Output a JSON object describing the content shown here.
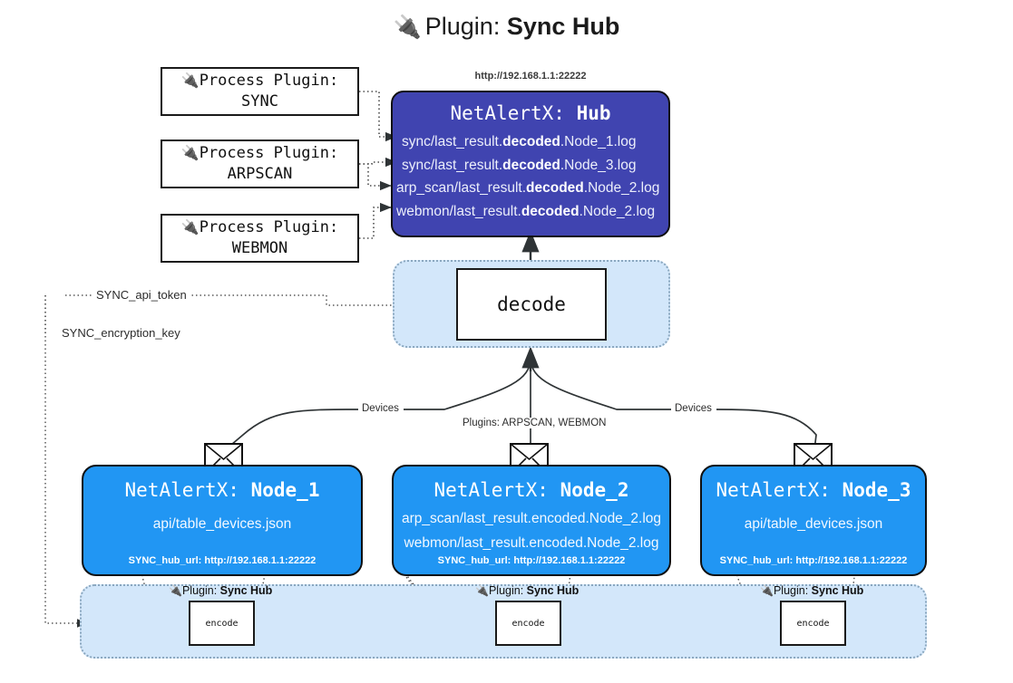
{
  "title": {
    "icon": "plug-icon",
    "glyph": "🔌",
    "prefix": "Plugin:",
    "name": "Sync Hub"
  },
  "process_plugins": [
    {
      "glyph": "🔌",
      "line1": "Process Plugin:",
      "line2": "SYNC"
    },
    {
      "glyph": "🔌",
      "line1": "Process Plugin:",
      "line2": "ARPSCAN"
    },
    {
      "glyph": "🔌",
      "line1": "Process Plugin:",
      "line2": "WEBMON"
    }
  ],
  "hub": {
    "url_label": "http://192.168.1.1:22222",
    "title_prefix": "NetAlertX:",
    "title_name": "Hub",
    "color": "#4044b0",
    "logs": [
      {
        "pre": "sync/last_result.",
        "em": "decoded",
        "post": ".Node_1.log"
      },
      {
        "pre": "sync/last_result.",
        "em": "decoded",
        "post": ".Node_3.log"
      },
      {
        "pre": "arp_scan/last_result.",
        "em": "decoded",
        "post": ".Node_2.log"
      },
      {
        "pre": "webmon/last_result.",
        "em": "decoded",
        "post": ".Node_2.log"
      }
    ]
  },
  "decode_group": {
    "box_label": "decode",
    "color": "#d3e7fa"
  },
  "settings_edges": {
    "api_token": "SYNC_api_token",
    "encryption_key": "SYNC_encryption_key"
  },
  "flow_labels": {
    "devices_left": "Devices",
    "plugins_center": "Plugins: ARPSCAN, WEBMON",
    "devices_right": "Devices"
  },
  "nodes": [
    {
      "icon": "envelope-icon",
      "title_prefix": "NetAlertX:",
      "title_name": "Node_1",
      "lines": [
        "api/table_devices.json"
      ],
      "hub_url": "SYNC_hub_url: http://192.168.1.1:22222",
      "color": "#2196f3"
    },
    {
      "icon": "envelope-icon",
      "title_prefix": "NetAlertX:",
      "title_name": "Node_2",
      "lines": [
        "arp_scan/last_result.encoded.Node_2.log",
        "webmon/last_result.encoded.Node_2.log"
      ],
      "hub_url": "SYNC_hub_url: http://192.168.1.1:22222",
      "color": "#2196f3"
    },
    {
      "icon": "envelope-icon",
      "title_prefix": "NetAlertX:",
      "title_name": "Node_3",
      "lines": [
        "api/table_devices.json"
      ],
      "hub_url": "SYNC_hub_url: http://192.168.1.1:22222",
      "color": "#2196f3"
    }
  ],
  "encode_group": {
    "color": "#d3e7fa",
    "plugins": [
      {
        "glyph": "🔌",
        "prefix": "Plugin:",
        "name": "Sync Hub",
        "box_label": "encode"
      },
      {
        "glyph": "🔌",
        "prefix": "Plugin:",
        "name": "Sync Hub",
        "box_label": "encode"
      },
      {
        "glyph": "🔌",
        "prefix": "Plugin:",
        "name": "Sync Hub",
        "box_label": "encode"
      }
    ]
  }
}
